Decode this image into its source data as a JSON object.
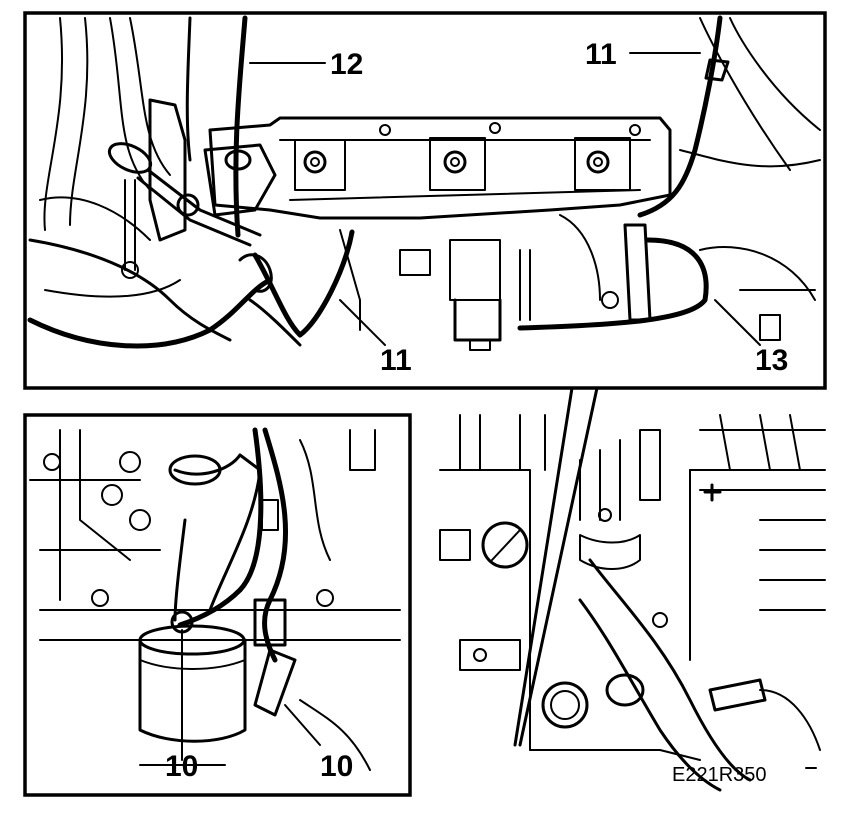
{
  "callouts": {
    "top_12": "12",
    "top_11_upper": "11",
    "top_11_lower": "11",
    "top_13": "13",
    "left_10_a": "10",
    "left_10_b": "10"
  },
  "figure_code": "E221R350"
}
